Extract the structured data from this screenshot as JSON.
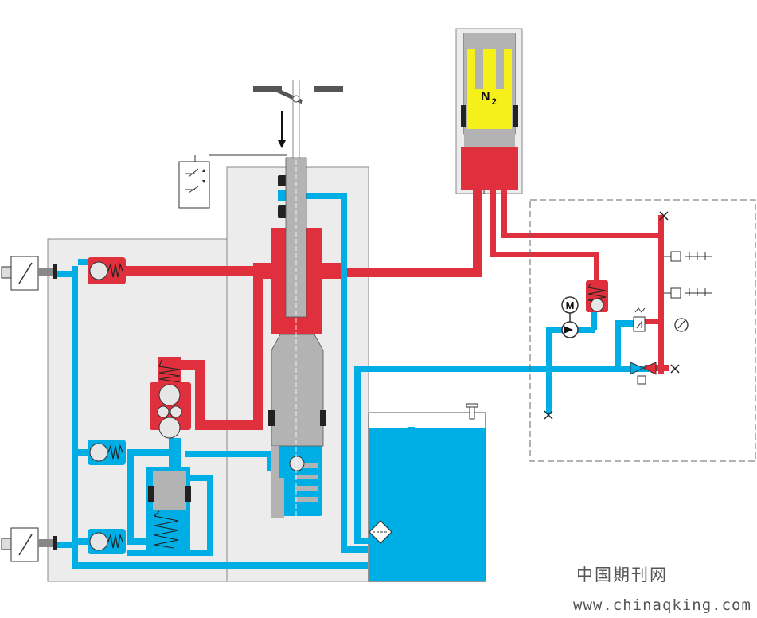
{
  "labels": {
    "gas_symbol": "N",
    "gas_subscript": "2",
    "motor_symbol": "M"
  },
  "watermark": {
    "cn": "中国期刊网",
    "url": "www.chinaqking.com"
  },
  "colors": {
    "pressure_oil": "#e0303d",
    "return_oil": "#00aee6",
    "nitrogen": "#f5ef1a",
    "piston_grey": "#b3b3b3",
    "housing": "#ececec",
    "outline": "#333333"
  },
  "icons": [
    "handle-icon",
    "arrow-down-icon",
    "switch-icon",
    "manual-valve-icon",
    "motor-icon",
    "pump-icon",
    "gauge-icon",
    "check-valve-icon",
    "relief-valve-icon",
    "filter-icon",
    "plug-icon"
  ]
}
